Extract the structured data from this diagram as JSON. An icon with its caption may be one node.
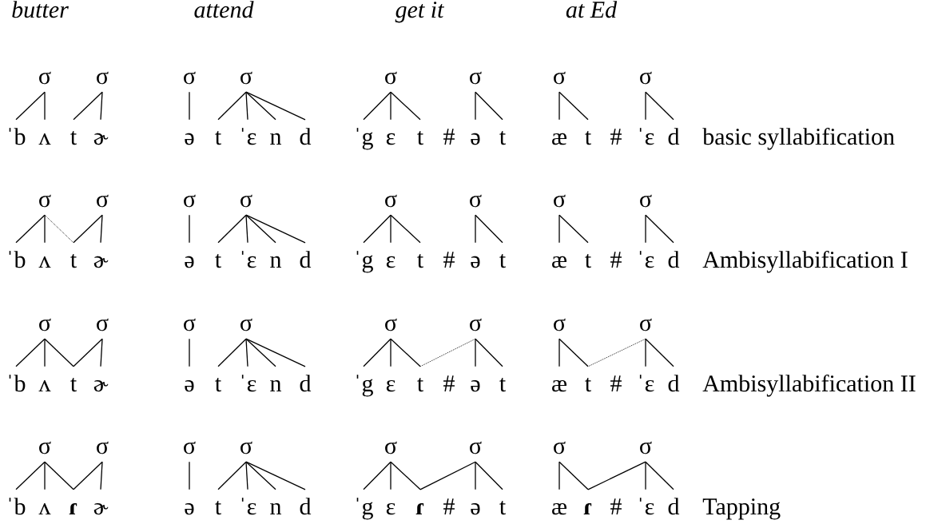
{
  "diagram": {
    "nodes": [
      {
        "text": [
          "σ"
        ]
      },
      {
        "text": [
          "σ"
        ]
      },
      {
        "text": [
          "ˈb"
        ]
      },
      {
        "text": [
          "ʌ"
        ]
      },
      {
        "text": [
          "t"
        ]
      },
      {
        "text": [
          "ɚ"
        ]
      },
      {
        "text": [
          "σ"
        ]
      },
      {
        "text": [
          "σ"
        ]
      },
      {
        "text": [
          "ə"
        ]
      },
      {
        "text": [
          "t"
        ]
      },
      {
        "text": [
          "ˈɛ"
        ]
      },
      {
        "text": [
          "n"
        ]
      },
      {
        "text": [
          "d"
        ]
      },
      {
        "text": [
          "σ"
        ]
      },
      {
        "text": [
          "σ"
        ]
      },
      {
        "text": [
          "ˈg"
        ]
      },
      {
        "text": [
          "ɛ"
        ]
      },
      {
        "text": [
          "t"
        ]
      },
      {
        "text": [
          "ə"
        ]
      },
      {
        "text": [
          "t"
        ]
      },
      {
        "text": [
          "σ"
        ]
      },
      {
        "text": [
          "σ"
        ]
      },
      {
        "text": [
          "æ"
        ]
      },
      {
        "text": [
          "t"
        ]
      },
      {
        "text": [
          "ˈɛ"
        ]
      },
      {
        "text": [
          "d"
        ]
      },
      {
        "text": [
          "σ"
        ]
      },
      {
        "text": [
          "σ"
        ]
      },
      {
        "text": [
          "ˈb"
        ]
      },
      {
        "text": [
          "ʌ"
        ]
      },
      {
        "text": [
          "t"
        ]
      },
      {
        "text": [
          "ɚ"
        ]
      },
      {
        "text": [
          "σ"
        ]
      },
      {
        "text": [
          "σ"
        ]
      },
      {
        "text": [
          "ə"
        ]
      },
      {
        "text": [
          "t"
        ]
      },
      {
        "text": [
          "ˈɛ"
        ]
      },
      {
        "text": [
          "n"
        ]
      },
      {
        "text": [
          "d"
        ]
      },
      {
        "text": [
          "σ"
        ]
      },
      {
        "text": [
          "σ"
        ]
      },
      {
        "text": [
          "ˈg"
        ]
      },
      {
        "text": [
          "ɛ"
        ]
      },
      {
        "text": [
          "t"
        ]
      },
      {
        "text": [
          "ə"
        ]
      },
      {
        "text": [
          "t"
        ]
      },
      {
        "text": [
          "σ"
        ]
      },
      {
        "text": [
          "σ"
        ]
      },
      {
        "text": [
          "æ"
        ]
      },
      {
        "text": [
          "t"
        ]
      },
      {
        "text": [
          "ˈɛ"
        ]
      },
      {
        "text": [
          "d"
        ]
      },
      {
        "text": [
          "σ"
        ]
      },
      {
        "text": [
          "σ"
        ]
      },
      {
        "text": [
          "ˈb"
        ]
      },
      {
        "text": [
          "ʌ"
        ]
      },
      {
        "text": [
          "t"
        ]
      },
      {
        "text": [
          "ɚ"
        ]
      },
      {
        "text": [
          "σ"
        ]
      },
      {
        "text": [
          "σ"
        ]
      },
      {
        "text": [
          "ə"
        ]
      },
      {
        "text": [
          "t"
        ]
      },
      {
        "text": [
          "ˈɛ"
        ]
      },
      {
        "text": [
          "n"
        ]
      },
      {
        "text": [
          "d"
        ]
      },
      {
        "text": [
          "σ"
        ]
      },
      {
        "text": [
          "σ"
        ]
      },
      {
        "text": [
          "ˈg"
        ]
      },
      {
        "text": [
          "ɛ"
        ]
      },
      {
        "text": [
          "t"
        ]
      },
      {
        "text": [
          "ə"
        ]
      },
      {
        "text": [
          "t"
        ]
      },
      {
        "text": [
          "σ"
        ]
      },
      {
        "text": [
          "σ"
        ]
      },
      {
        "text": [
          "æ"
        ]
      },
      {
        "text": [
          "t"
        ]
      },
      {
        "text": [
          "ˈɛ"
        ]
      },
      {
        "text": [
          "d"
        ]
      },
      {
        "text": [
          "σ"
        ]
      },
      {
        "text": [
          "σ"
        ]
      },
      {
        "text": [
          "ˈb"
        ]
      },
      {
        "text": [
          "ʌ"
        ]
      },
      {
        "text": [
          "**ɾ**"
        ]
      },
      {
        "text": [
          "ɚ"
        ]
      },
      {
        "text": [
          "σ"
        ]
      },
      {
        "text": [
          "σ"
        ]
      },
      {
        "text": [
          "ə"
        ]
      },
      {
        "text": [
          "t"
        ]
      },
      {
        "text": [
          "ˈɛ"
        ]
      },
      {
        "text": [
          "n"
        ]
      },
      {
        "text": [
          "d"
        ]
      },
      {
        "text": [
          "σ"
        ]
      },
      {
        "text": [
          "σ"
        ]
      },
      {
        "text": [
          "ˈg"
        ]
      },
      {
        "text": [
          "ɛ"
        ]
      },
      {
        "text": [
          "**ɾ**"
        ]
      },
      {
        "text": [
          "ə"
        ]
      },
      {
        "text": [
          "t"
        ]
      },
      {
        "text": [
          "σ"
        ]
      },
      {
        "text": [
          "σ"
        ]
      },
      {
        "text": [
          "æ"
        ]
      },
      {
        "text": [
          "**ɾ**"
        ]
      },
      {
        "text": [
          "ˈɛ"
        ]
      },
      {
        "text": [
          "d"
        ]
      }
    ],
    "edges": [
      {
        "from": 0,
        "to": 2,
        "arrow": "none"
      },
      {
        "from": 0,
        "to": 3,
        "arrow": "none"
      },
      {
        "from": 1,
        "to": 4,
        "arrow": "none"
      },
      {
        "from": 1,
        "to": 5,
        "arrow": "none"
      },
      {
        "from": 6,
        "to": 8,
        "arrow": "none"
      },
      {
        "from": 7,
        "to": 9,
        "arrow": "none"
      },
      {
        "from": 7,
        "to": 10,
        "arrow": "none"
      },
      {
        "from": 7,
        "to": 11,
        "arrow": "none"
      },
      {
        "from": 7,
        "to": 12,
        "arrow": "none"
      },
      {
        "from": 13,
        "to": 15,
        "arrow": "none"
      },
      {
        "from": 13,
        "to": 16,
        "arrow": "none"
      },
      {
        "from": 13,
        "to": 17,
        "arrow": "none"
      },
      {
        "from": 14,
        "to": 18,
        "arrow": "none"
      },
      {
        "from": 14,
        "to": 19,
        "arrow": "none"
      },
      {
        "from": 20,
        "to": 22,
        "arrow": "none"
      },
      {
        "from": 20,
        "to": 23,
        "arrow": "none"
      },
      {
        "from": 21,
        "to": 24,
        "arrow": "none"
      },
      {
        "from": 21,
        "to": 25,
        "arrow": "none"
      },
      {
        "from": 26,
        "to": 28,
        "arrow": "none"
      },
      {
        "from": 26,
        "to": 29,
        "arrow": "none"
      },
      {
        "from": 26,
        "to": 30,
        "arrow": "none",
        "style": "dashed"
      },
      {
        "from": 27,
        "to": 30,
        "arrow": "none"
      },
      {
        "from": 27,
        "to": 31,
        "arrow": "none"
      },
      {
        "from": 32,
        "to": 34,
        "arrow": "none"
      },
      {
        "from": 33,
        "to": 35,
        "arrow": "none"
      },
      {
        "from": 33,
        "to": 36,
        "arrow": "none"
      },
      {
        "from": 33,
        "to": 37,
        "arrow": "none"
      },
      {
        "from": 33,
        "to": 38,
        "arrow": "none"
      },
      {
        "from": 39,
        "to": 41,
        "arrow": "none"
      },
      {
        "from": 39,
        "to": 42,
        "arrow": "none"
      },
      {
        "from": 39,
        "to": 43,
        "arrow": "none"
      },
      {
        "from": 40,
        "to": 44,
        "arrow": "none"
      },
      {
        "from": 40,
        "to": 45,
        "arrow": "none"
      },
      {
        "from": 46,
        "to": 48,
        "arrow": "none"
      },
      {
        "from": 46,
        "to": 49,
        "arrow": "none"
      },
      {
        "from": 47,
        "to": 50,
        "arrow": "none"
      },
      {
        "from": 47,
        "to": 51,
        "arrow": "none"
      },
      {
        "from": 52,
        "to": 54,
        "arrow": "none"
      },
      {
        "from": 52,
        "to": 55,
        "arrow": "none"
      },
      {
        "from": 52,
        "to": 56,
        "arrow": "none"
      },
      {
        "from": 53,
        "to": 56,
        "arrow": "none"
      },
      {
        "from": 53,
        "to": 57,
        "arrow": "none"
      },
      {
        "from": 58,
        "to": 60,
        "arrow": "none"
      },
      {
        "from": 59,
        "to": 61,
        "arrow": "none"
      },
      {
        "from": 59,
        "to": 62,
        "arrow": "none"
      },
      {
        "from": 59,
        "to": 63,
        "arrow": "none"
      },
      {
        "from": 59,
        "to": 64,
        "arrow": "none"
      },
      {
        "from": 65,
        "to": 67,
        "arrow": "none"
      },
      {
        "from": 65,
        "to": 68,
        "arrow": "none"
      },
      {
        "from": 65,
        "to": 69,
        "arrow": "none"
      },
      {
        "from": 66,
        "to": 69,
        "arrow": "none",
        "style": "dashed"
      },
      {
        "from": 66,
        "to": 70,
        "arrow": "none"
      },
      {
        "from": 66,
        "to": 71,
        "arrow": "none"
      },
      {
        "from": 72,
        "to": 74,
        "arrow": "none"
      },
      {
        "from": 72,
        "to": 75,
        "arrow": "none"
      },
      {
        "from": 73,
        "to": 75,
        "arrow": "none",
        "style": "dashed"
      },
      {
        "from": 73,
        "to": 76,
        "arrow": "none"
      },
      {
        "from": 73,
        "to": 77,
        "arrow": "none"
      },
      {
        "from": 78,
        "to": 80,
        "arrow": "none"
      },
      {
        "from": 78,
        "to": 81,
        "arrow": "none"
      },
      {
        "from": 78,
        "to": 82,
        "arrow": "none"
      },
      {
        "from": 79,
        "to": 82,
        "arrow": "none"
      },
      {
        "from": 79,
        "to": 83,
        "arrow": "none"
      },
      {
        "from": 84,
        "to": 86,
        "arrow": "none"
      },
      {
        "from": 85,
        "to": 87,
        "arrow": "none"
      },
      {
        "from": 85,
        "to": 88,
        "arrow": "none"
      },
      {
        "from": 85,
        "to": 89,
        "arrow": "none"
      },
      {
        "from": 85,
        "to": 90,
        "arrow": "none"
      },
      {
        "from": 91,
        "to": 93,
        "arrow": "none"
      },
      {
        "from": 91,
        "to": 94,
        "arrow": "none"
      },
      {
        "from": 91,
        "to": 95,
        "arrow": "none"
      },
      {
        "from": 92,
        "to": 95,
        "arrow": "none"
      },
      {
        "from": 92,
        "to": 96,
        "arrow": "none"
      },
      {
        "from": 92,
        "to": 97,
        "arrow": "none"
      },
      {
        "from": 98,
        "to": 100,
        "arrow": "none"
      },
      {
        "from": 98,
        "to": 101,
        "arrow": "none"
      },
      {
        "from": 99,
        "to": 101,
        "arrow": "none"
      },
      {
        "from": 99,
        "to": 102,
        "arrow": "none"
      },
      {
        "from": 99,
        "to": 103,
        "arrow": "none"
      }
    ],
    "labels": [
      "butter",
      "attend",
      "get it",
      "at Ed",
      "#",
      "#",
      "basic syllabification",
      "#",
      "#",
      "Ambisyllabification I",
      "#",
      "#",
      "Ambisyllabification II",
      "#",
      "#",
      "Tapping"
    ]
  }
}
